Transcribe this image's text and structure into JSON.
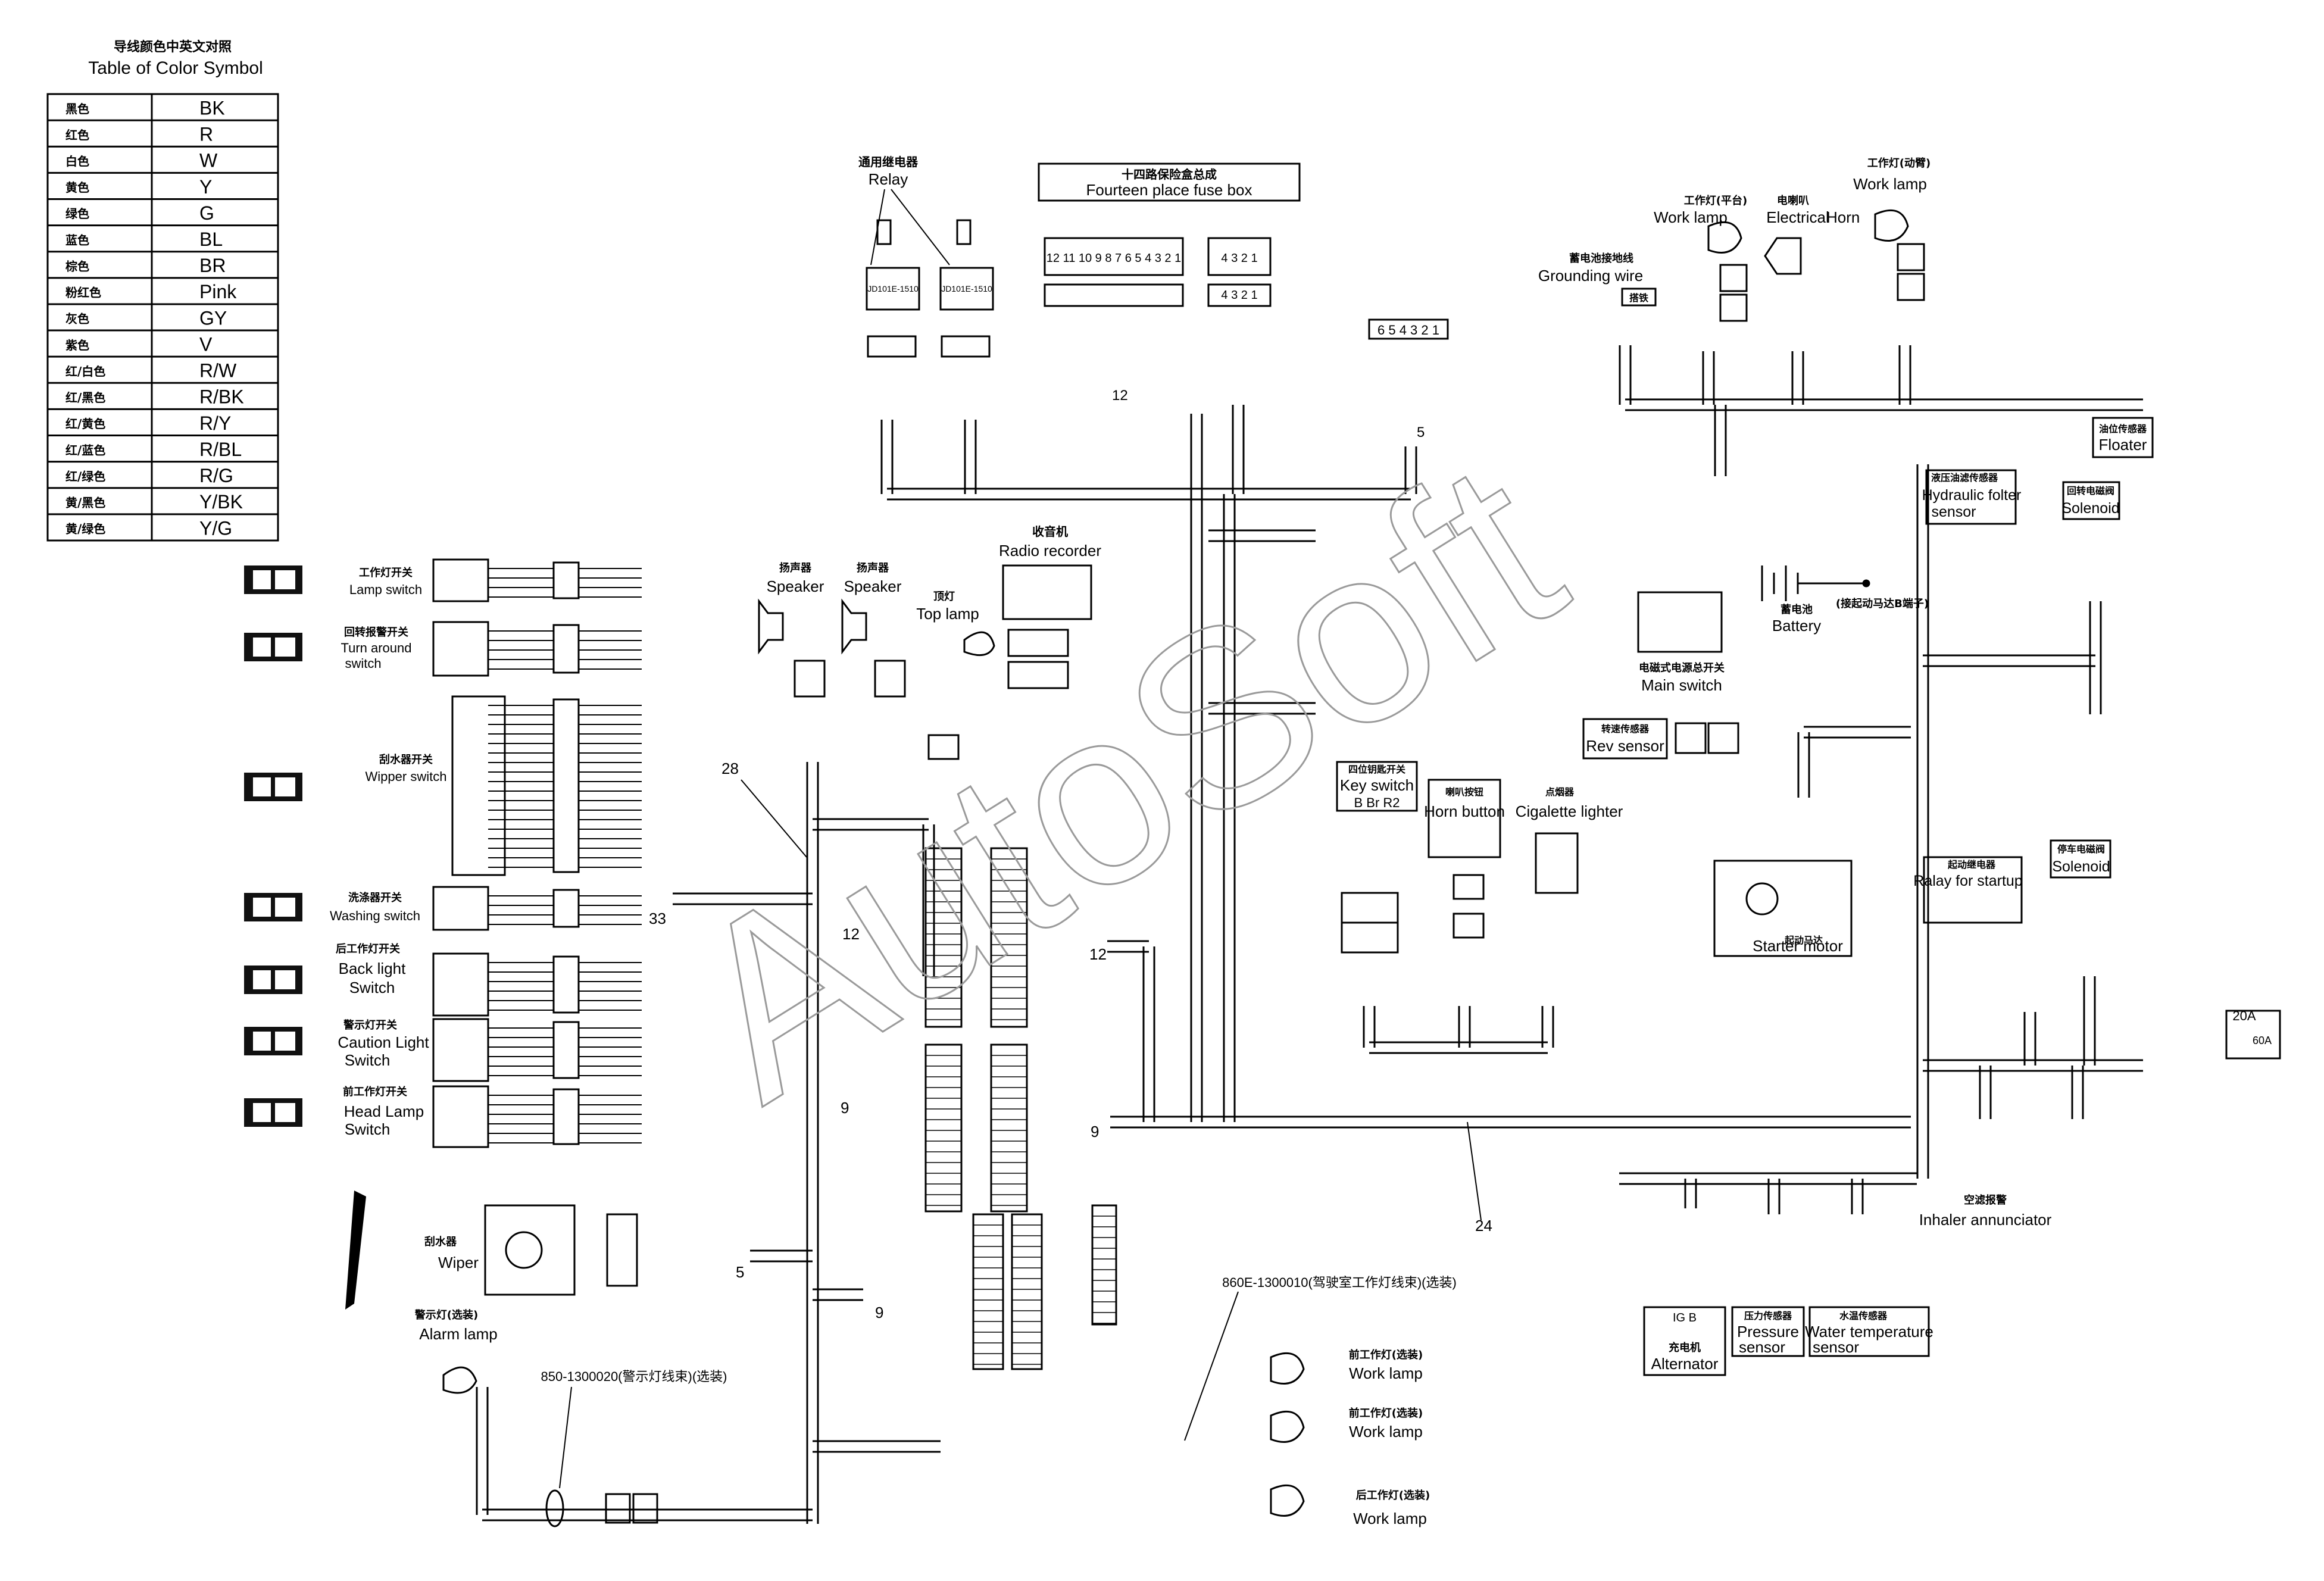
{
  "color_table": {
    "title_zh": "导线颜色中英文对照",
    "title_en": "Table of Color Symbol",
    "rows": [
      {
        "zh": "黑色",
        "code": "BK"
      },
      {
        "zh": "红色",
        "code": "R"
      },
      {
        "zh": "白色",
        "code": "W"
      },
      {
        "zh": "黄色",
        "code": "Y"
      },
      {
        "zh": "绿色",
        "code": "G"
      },
      {
        "zh": "蓝色",
        "code": "BL"
      },
      {
        "zh": "棕色",
        "code": "BR"
      },
      {
        "zh": "粉红色",
        "code": "Pink"
      },
      {
        "zh": "灰色",
        "code": "GY"
      },
      {
        "zh": "紫色",
        "code": "V"
      },
      {
        "zh": "红/白色",
        "code": "R/W"
      },
      {
        "zh": "红/黑色",
        "code": "R/BK"
      },
      {
        "zh": "红/黄色",
        "code": "R/Y"
      },
      {
        "zh": "红/蓝色",
        "code": "R/BL"
      },
      {
        "zh": "红/绿色",
        "code": "R/G"
      },
      {
        "zh": "黄/黑色",
        "code": "Y/BK"
      },
      {
        "zh": "黄/绿色",
        "code": "Y/G"
      }
    ]
  },
  "switches": [
    {
      "zh": "工作灯开关",
      "en": [
        "Lamp switch"
      ]
    },
    {
      "zh": "回转报警开关",
      "en": [
        "Turn around",
        "switch"
      ]
    },
    {
      "zh": "刮水器开关",
      "en": [
        "Wipper  switch"
      ]
    },
    {
      "zh": "洗涤器开关",
      "en": [
        "Washing  switch"
      ]
    },
    {
      "zh": "后工作灯开关",
      "en": [
        "Back light",
        "Switch"
      ]
    },
    {
      "zh": "警示灯开关",
      "en": [
        "Caution Light",
        "Switch"
      ]
    },
    {
      "zh": "前工作灯开关",
      "en": [
        "Head Lamp",
        "Switch"
      ]
    }
  ],
  "components": {
    "relay": {
      "zh": "通用继电器",
      "en": "Relay",
      "part_a": "JD101E-1510",
      "part_b": "JD101E-1510"
    },
    "fuse_box": {
      "zh": "十四路保险盒总成",
      "en": "Fourteen  place fuse box",
      "left_nums": "12 11 10 9 8 7 6 5 4 3 2 1",
      "right_nums": "4 3 2 1"
    },
    "terminal_block": {
      "nums": "6 5 4 3 2 1"
    },
    "speaker_a": {
      "zh": "扬声器",
      "en": "Speaker"
    },
    "speaker_b": {
      "zh": "扬声器",
      "en": "Speaker"
    },
    "top_lamp": {
      "zh": "顶灯",
      "en": "Top lamp"
    },
    "radio": {
      "zh": "收音机",
      "en": "Radio recorder"
    },
    "work_lamp_platform": {
      "zh": "工作灯(平台)",
      "en": "Work lamp"
    },
    "electrical_horn": {
      "zh": "电喇叭",
      "en": "Electrical",
      "en2": "Horn"
    },
    "work_lamp_boom": {
      "zh": "工作灯(动臂)",
      "en": "Work lamp"
    },
    "grounding_wire": {
      "zh": "蓄电池接地线",
      "en": "Grounding wire",
      "tag": "搭铁"
    },
    "floater": {
      "zh": "油位传感器",
      "en": "Floater"
    },
    "hydraulic_sensor": {
      "zh": "液压油滤传感器",
      "en": "Hydraulic  folter",
      "en2": "sensor"
    },
    "solenoid_a": {
      "zh": "回转电磁阀",
      "en": "Solenoid"
    },
    "battery": {
      "zh": "蓄电池",
      "en": "Battery",
      "note": "(接起动马达B端子)"
    },
    "main_switch": {
      "zh": "电磁式电源总开关",
      "en": "Main switch"
    },
    "rev_sensor": {
      "zh": "转速传感器",
      "en": "Rev sensor"
    },
    "key_switch": {
      "zh": "四位钥匙开关",
      "en": "Key switch",
      "terminals": "B   Br  R2"
    },
    "horn_button": {
      "zh": "喇叭按钮",
      "en": "Horn button"
    },
    "lighter": {
      "zh": "点烟器",
      "en": "Cigalette lighter"
    },
    "starter_motor": {
      "zh": "起动马达",
      "en": "Starter motor"
    },
    "startup_relay": {
      "zh": "起动继电器",
      "en": "Ralay for startup"
    },
    "solenoid_b": {
      "zh": "停车电磁阀",
      "en": "Solenoid"
    },
    "fuse_20a": {
      "label": "20A",
      "label2": "60A"
    },
    "inhaler": {
      "zh": "空滤报警",
      "en": "Inhaler   annunciator"
    },
    "alternator": {
      "zh": "充电机",
      "en": "Alternator",
      "terms": "IG  B"
    },
    "pressure_sensor": {
      "zh": "压力传感器",
      "en": "Pressure",
      "en2": "sensor"
    },
    "water_sensor": {
      "zh": "水温传感器",
      "en": "Water temperature",
      "en2": "sensor"
    },
    "wiper": {
      "zh": "刮水器",
      "en": "Wiper"
    },
    "alarm_lamp": {
      "zh": "警示灯(选装)",
      "en": "Alarm  lamp"
    },
    "work_lamp_front1": {
      "zh": "前工作灯(选装)",
      "en": "Work lamp"
    },
    "work_lamp_front2": {
      "zh": "前工作灯(选装)",
      "en": "Work lamp"
    },
    "work_lamp_rear": {
      "zh": "后工作灯(选装)",
      "en": "Work lamp"
    },
    "harness_a": {
      "text": "860E-1300010(驾驶室工作灯线束)(选装)"
    },
    "harness_b": {
      "text": "850-1300020(警示灯线束)(选装)"
    }
  },
  "bundle_numbers": {
    "b28": "28",
    "b33": "33",
    "b12a": "12",
    "b12b": "12",
    "b12c": "12",
    "b9a": "9",
    "b9b": "9",
    "b9c": "9",
    "b5": "5",
    "b24": "24",
    "b5b": "5"
  },
  "watermark": "AutoSoft"
}
